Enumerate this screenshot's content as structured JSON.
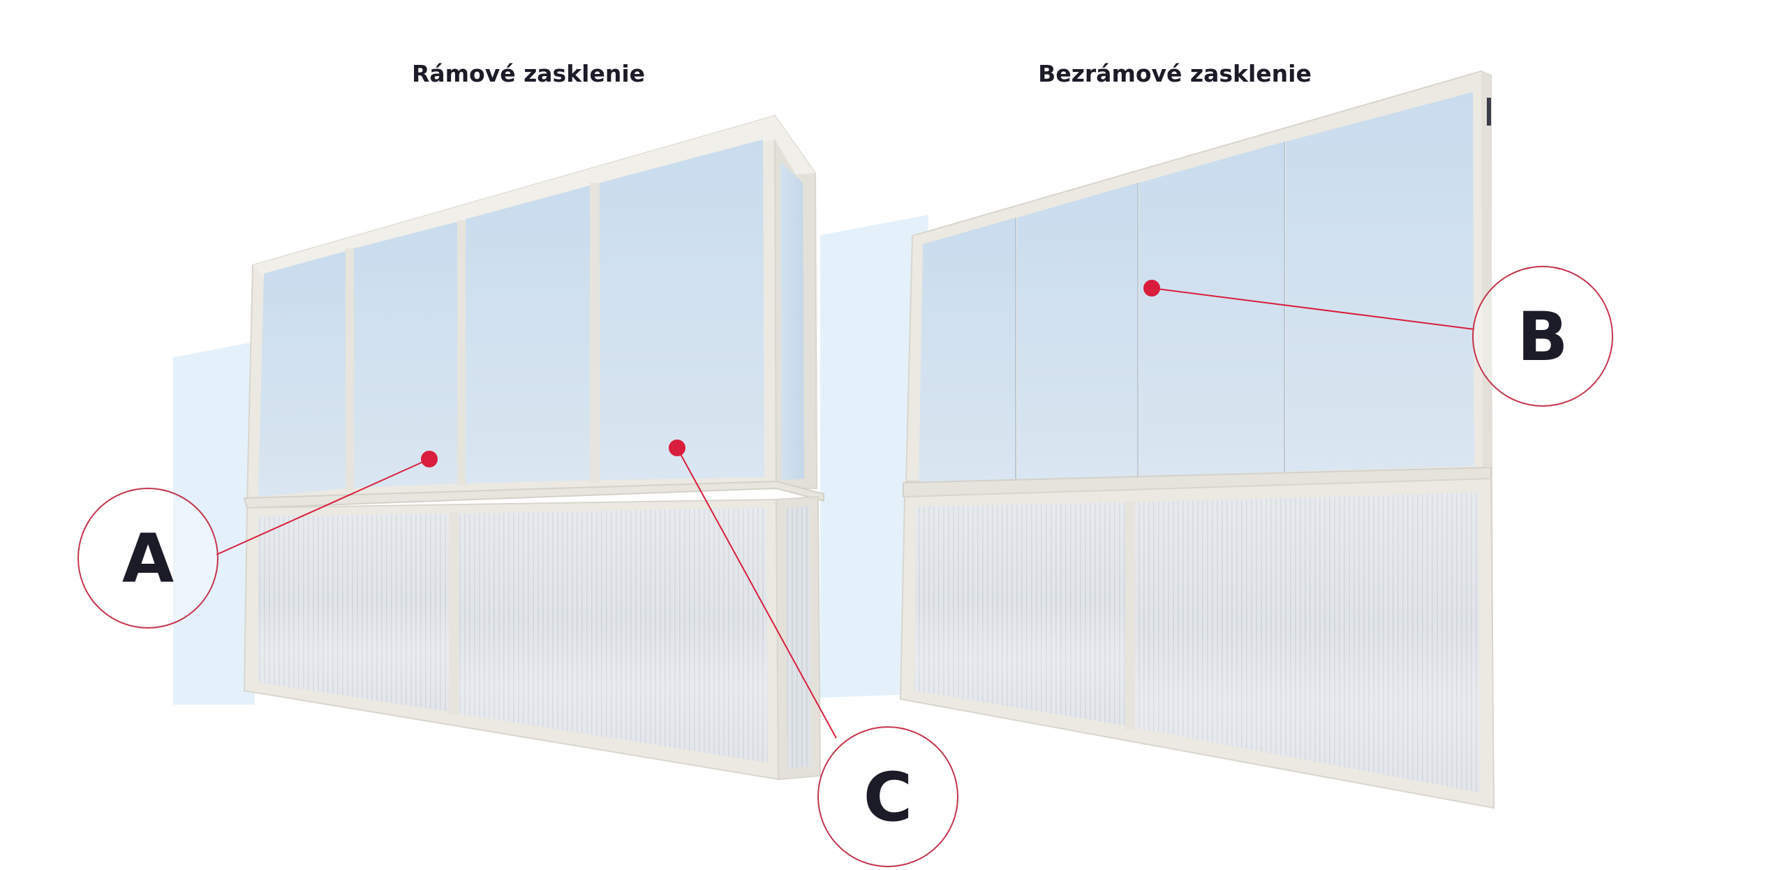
{
  "titles": {
    "frame_glazing": "Rámové zasklenie",
    "frameless_glazing": "Bezrámové zasklenie"
  },
  "callouts": {
    "a": "A",
    "b": "B",
    "c": "C"
  },
  "colors": {
    "marker": "#d81e3c",
    "leader_line": "#d81e3c",
    "callout_ring": "#c4334b",
    "frame": "#ebe9e2",
    "glass": "#cfe0ee",
    "polycarbonate": "#dfe2e7",
    "backdrop": "#e4f1fb",
    "label_text": "#1c1c28"
  }
}
